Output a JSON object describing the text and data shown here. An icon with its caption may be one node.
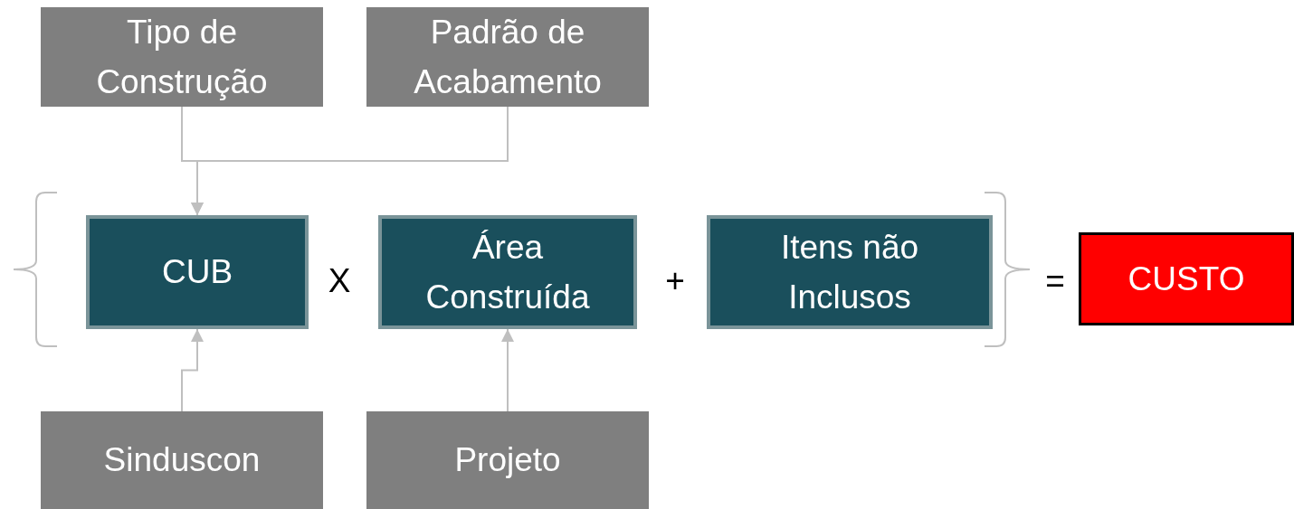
{
  "diagram": {
    "nodes": [
      {
        "text": [
          "Tipo de Construção"
        ]
      },
      {
        "text": [
          "Padrão de Acabamento"
        ]
      },
      {
        "text": [
          "CUB"
        ]
      },
      {
        "text": [
          "Área Construída"
        ]
      },
      {
        "text": [
          "Itens não Inclusos"
        ]
      },
      {
        "text": [
          "CUSTO"
        ]
      },
      {
        "text": [
          "Sinduscon"
        ]
      },
      {
        "text": [
          "Projeto"
        ]
      }
    ],
    "edges": [
      {
        "from": 0,
        "to": 2,
        "arrow": "to"
      },
      {
        "from": 1,
        "to": 2,
        "arrow": "to"
      },
      {
        "from": 6,
        "to": 2,
        "arrow": "to"
      },
      {
        "from": 7,
        "to": 3,
        "arrow": "to"
      }
    ],
    "labels": [
      "X",
      "+",
      "="
    ]
  }
}
